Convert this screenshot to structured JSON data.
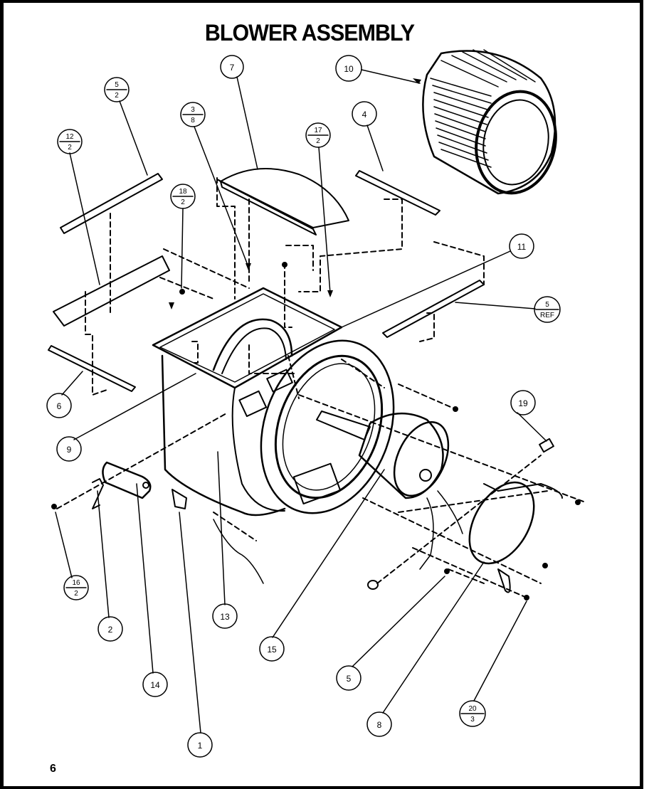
{
  "title": "BLOWER ASSEMBLY",
  "page_number": "6",
  "callouts": [
    {
      "id": "c7",
      "label": "7"
    },
    {
      "id": "c10",
      "label": "10"
    },
    {
      "id": "c5_2",
      "top": "5",
      "bottom": "2"
    },
    {
      "id": "c3_8",
      "top": "3",
      "bottom": "8"
    },
    {
      "id": "c17_2",
      "top": "17",
      "bottom": "2"
    },
    {
      "id": "c4",
      "label": "4"
    },
    {
      "id": "c12_2",
      "top": "12",
      "bottom": "2"
    },
    {
      "id": "c18_2",
      "top": "18",
      "bottom": "2"
    },
    {
      "id": "c11",
      "label": "11"
    },
    {
      "id": "c5_ref",
      "top": "5",
      "bottom": "REF"
    },
    {
      "id": "c6",
      "label": "6"
    },
    {
      "id": "c9",
      "label": "9"
    },
    {
      "id": "c19",
      "label": "19"
    },
    {
      "id": "c16_2",
      "top": "16",
      "bottom": "2"
    },
    {
      "id": "c2",
      "label": "2"
    },
    {
      "id": "c13",
      "label": "13"
    },
    {
      "id": "c15",
      "label": "15"
    },
    {
      "id": "c14",
      "label": "14"
    },
    {
      "id": "c5",
      "label": "5"
    },
    {
      "id": "c8",
      "label": "8"
    },
    {
      "id": "c20_3",
      "top": "20",
      "bottom": "3"
    },
    {
      "id": "c1",
      "label": "1"
    }
  ]
}
